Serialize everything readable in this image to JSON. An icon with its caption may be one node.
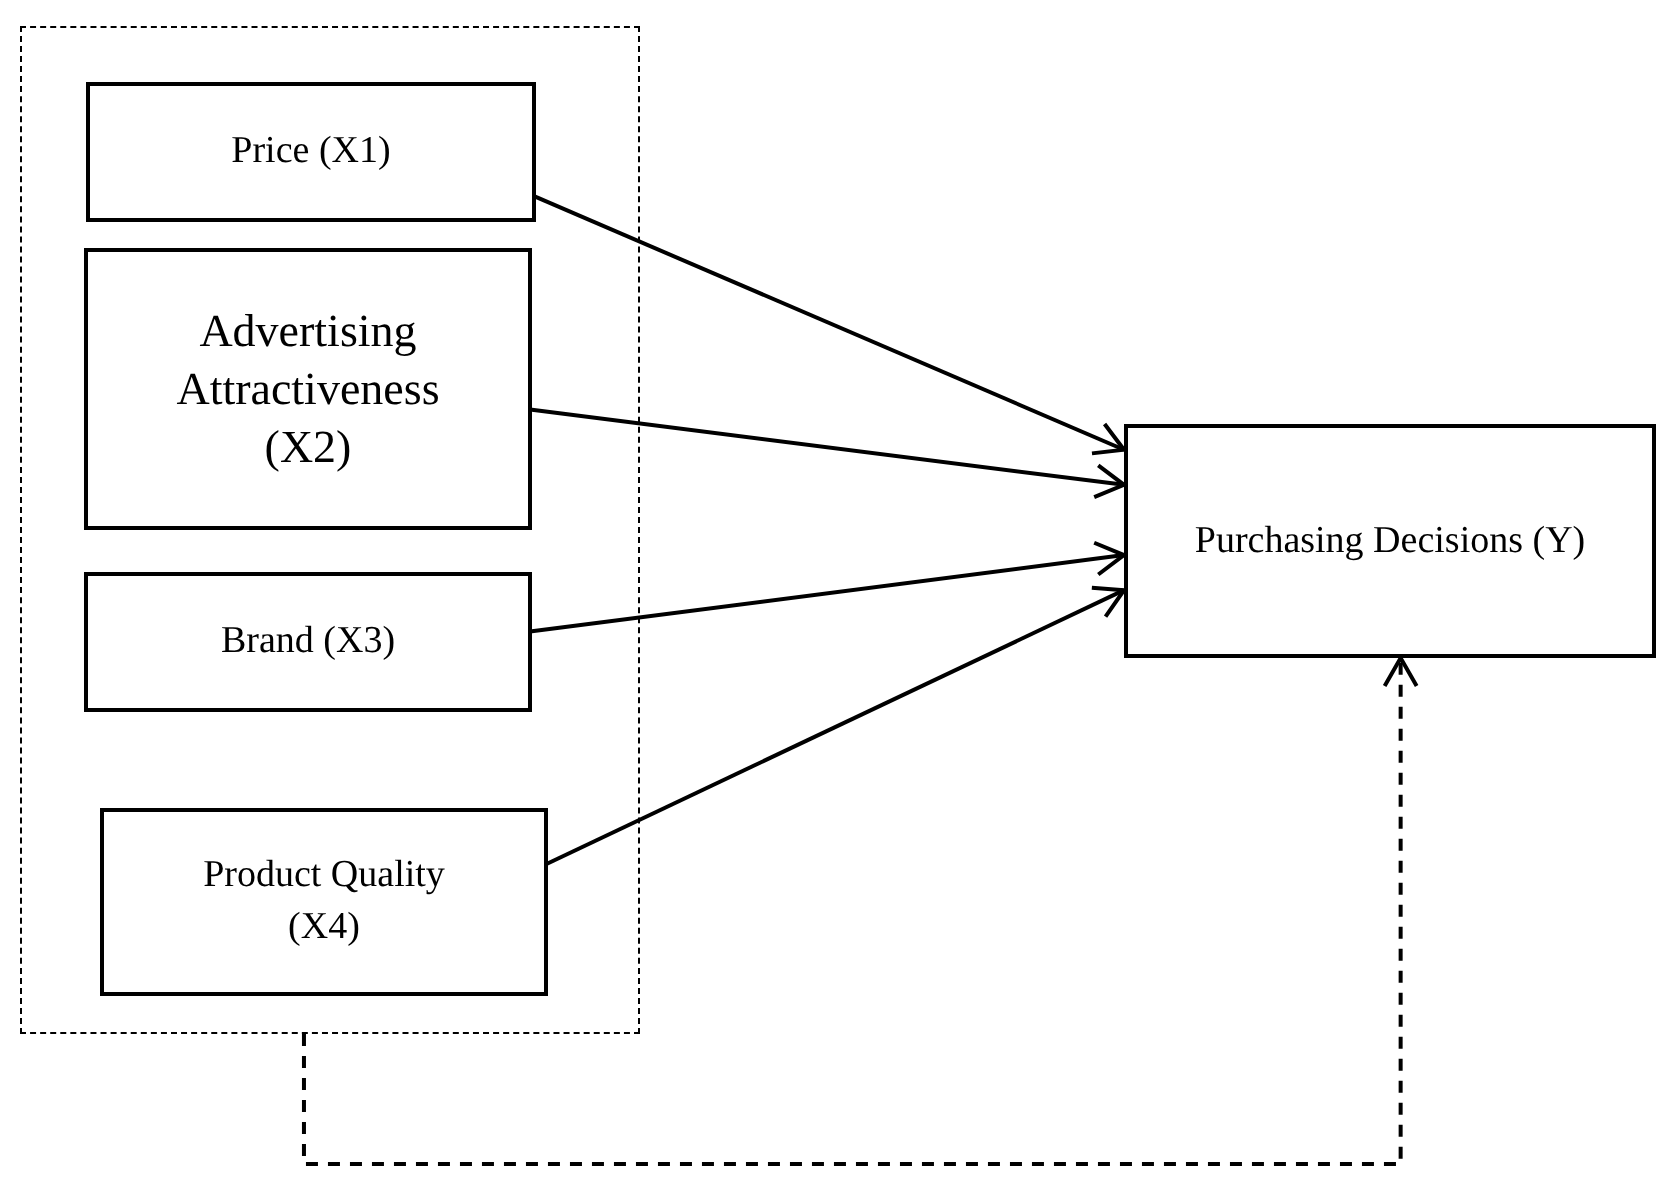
{
  "diagram": {
    "nodes": [
      {
        "text": [],
        "shape": "box"
      },
      {
        "text": [
          "Price (X1)"
        ],
        "in": 0
      },
      {
        "text": [
          "Advertising Attractiveness (X2)"
        ],
        "in": 0
      },
      {
        "text": [
          "Brand (X3)"
        ],
        "in": 0
      },
      {
        "text": [
          "Product Quality (X4)"
        ],
        "in": 0
      },
      {
        "text": [
          "Purchasing Decisions (Y)"
        ]
      }
    ],
    "edges": [
      {
        "from": 1,
        "to": 5,
        "arrow": "to"
      },
      {
        "from": 2,
        "to": 5,
        "arrow": "to"
      },
      {
        "from": 3,
        "to": 5,
        "arrow": "to"
      },
      {
        "from": 4,
        "to": 5,
        "arrow": "to"
      },
      {
        "from": 0,
        "to": 5,
        "arrow": "to",
        "style": "dashed"
      }
    ]
  }
}
